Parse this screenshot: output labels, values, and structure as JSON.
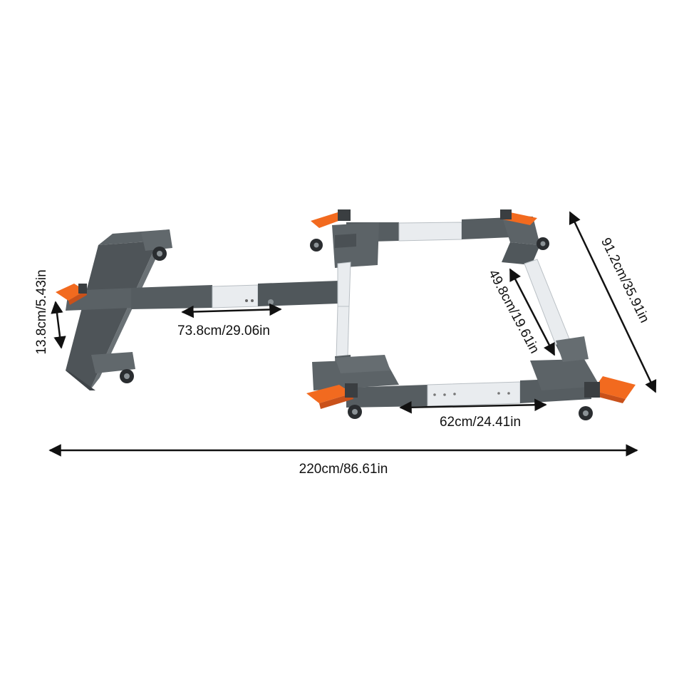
{
  "colors": {
    "frame_dark": "#4e5458",
    "frame_mid": "#5c6367",
    "frame_light": "#6a7175",
    "rail_silver": "#e9ecef",
    "rail_edge": "#b9bfc4",
    "lever_orange": "#f26a1f",
    "lever_shadow": "#c9511a",
    "arrow": "#111111",
    "background": "#ffffff"
  },
  "dimensions": {
    "height_label": "13.8cm/5.43in",
    "extension_label": "73.8cm/29.06in",
    "inner_width_label": "62cm/24.41in",
    "inner_depth_label": "49.8cm/19.61in",
    "outer_depth_label": "91.2cm/35.91in",
    "overall_length_label": "220cm/86.61in"
  },
  "product": {
    "parts": [
      "t-bar-base",
      "extension-arm",
      "adjustable-square-frame",
      "swivel-caster",
      "orange-foot-lever"
    ]
  }
}
